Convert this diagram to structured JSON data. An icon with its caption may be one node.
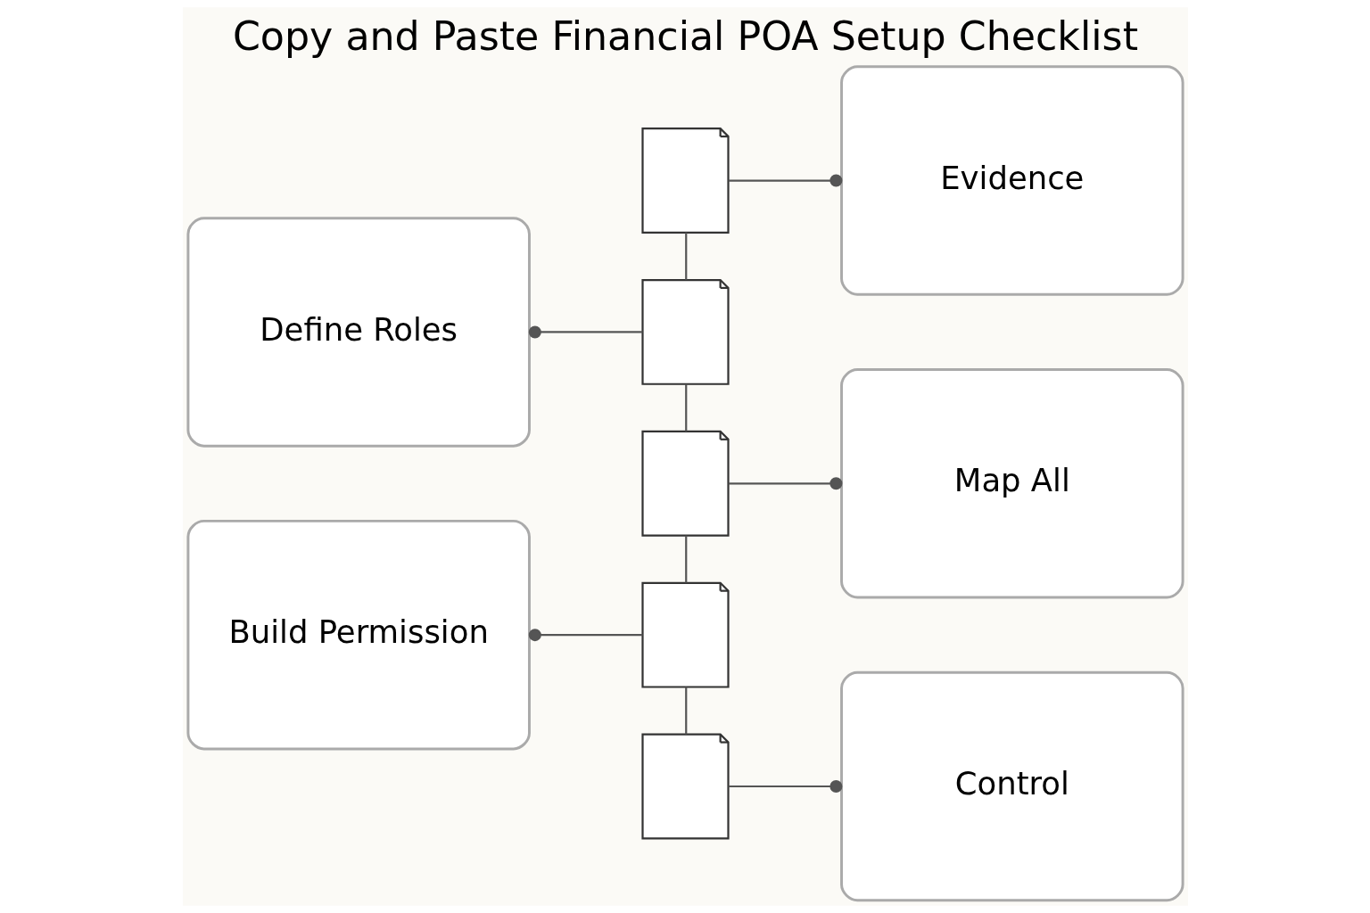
{
  "diagram": {
    "title": "Copy and Paste Financial POA Setup Checklist",
    "nodes": [
      {
        "text": [
          "Define Roles"
        ]
      },
      {
        "text": [
          "Build Permission"
        ]
      },
      {
        "text": [
          "Evidence"
        ]
      },
      {
        "text": [
          "Map All"
        ]
      },
      {
        "text": [
          "Control"
        ]
      },
      {
        "text": [],
        "shape": "document"
      },
      {
        "text": [],
        "shape": "document"
      },
      {
        "text": [],
        "shape": "document"
      },
      {
        "text": [],
        "shape": "document"
      },
      {
        "text": [],
        "shape": "document"
      }
    ],
    "edges": [
      {
        "from": 5,
        "to": 6,
        "arrow": "none"
      },
      {
        "from": 6,
        "to": 7,
        "arrow": "none"
      },
      {
        "from": 7,
        "to": 8,
        "arrow": "none"
      },
      {
        "from": 8,
        "to": 9,
        "arrow": "none"
      },
      {
        "from": 0,
        "to": 6,
        "arrow": "other"
      },
      {
        "from": 5,
        "to": 2,
        "arrow": "other"
      },
      {
        "from": 7,
        "to": 3,
        "arrow": "other"
      },
      {
        "from": 1,
        "to": 8,
        "arrow": "other"
      },
      {
        "from": 9,
        "to": 4,
        "arrow": "other"
      }
    ]
  }
}
